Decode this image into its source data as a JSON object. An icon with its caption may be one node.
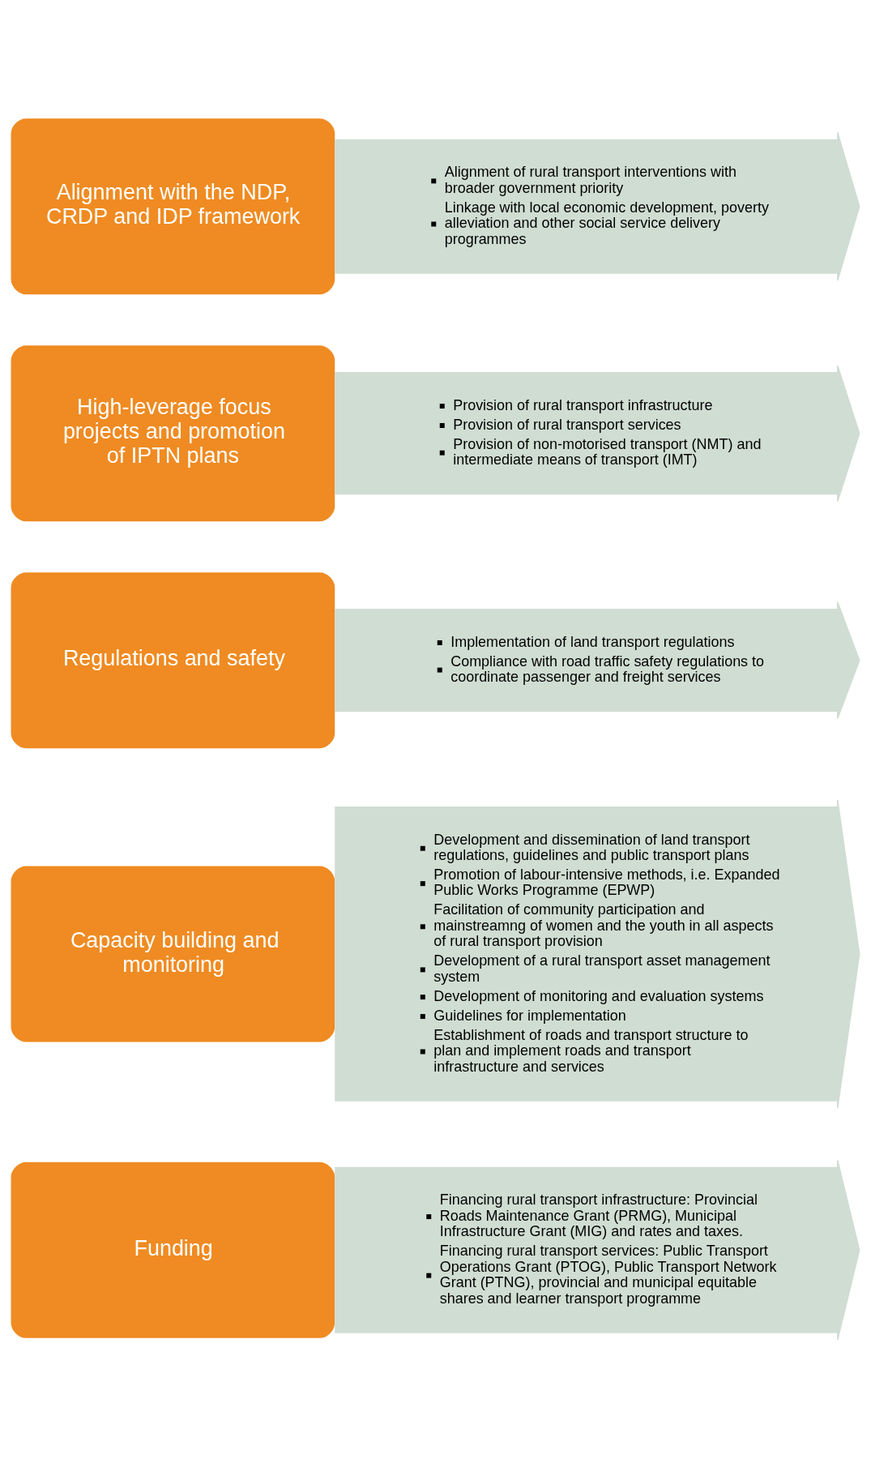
{
  "diagram": {
    "nodes": [
      {
        "text": [
          "Alignment with the NDP, CRDP and IDP framework"
        ]
      },
      {
        "text": [
          "Alignment of rural transport interventions with broader government priority",
          "Linkage with local economic development, poverty alleviation and other social service delivery programmes"
        ]
      },
      {
        "text": [
          "High-leverage focus projects and promotion of IPTN plans"
        ]
      },
      {
        "text": [
          "Provision of rural transport infrastructure",
          "Provision of rural transport services",
          "Provision of non-motorised transport (NMT) and intermediate means of transport (IMT)"
        ]
      },
      {
        "text": [
          "Regulations and safety"
        ]
      },
      {
        "text": [
          "Implementation of land transport regulations",
          "Compliance with road traffic safety regulations to coordinate passenger and freight services"
        ]
      },
      {
        "text": [
          "Capacity building and monitoring"
        ]
      },
      {
        "text": [
          "Development and dissemination of land transport regulations, guidelines and public transport plans",
          "Promotion of labour-intensive methods, i.e. Expanded Public Works Programme (EPWP)",
          "Facilitation of community participation and mainstreamng of women and the youth in all aspects of rural transport provision",
          "Development of a rural transport asset management system",
          "Development of monitoring and evaluation systems",
          "Guidelines for implementation",
          "Establishment of roads and transport structure to plan and implement roads and transport infrastructure and services"
        ]
      },
      {
        "text": [
          "Funding"
        ]
      },
      {
        "text": [
          "Financing rural transport infrastructure: Provincial Roads Maintenance Grant (PRMG), Municipal Infrastructure Grant (MIG) and rates and taxes.",
          "Financing rural transport services: Public Transport Operations Grant (PTOG), Public Transport Network Grant (PTNG), provincial and municipal equitable shares and learner transport programme"
        ]
      }
    ]
  }
}
